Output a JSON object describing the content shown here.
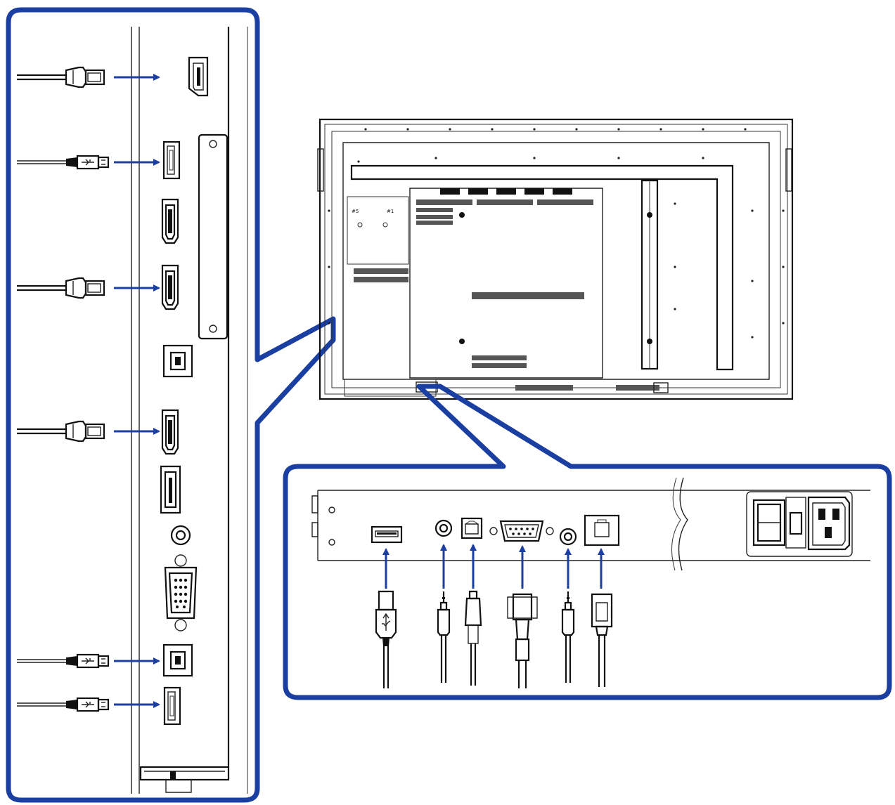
{
  "diagram": {
    "accent_color": "#1a3fa0",
    "line_color": "#111111",
    "side_panel": {
      "ports": [
        "hdmi-port",
        "usb-a-port",
        "hdmi-port",
        "hdmi-port",
        "usb-b-port",
        "hdmi-port",
        "displayport-port",
        "audio-jack-port",
        "vga-port",
        "usb-b-port",
        "usb-a-port"
      ],
      "cables": [
        "hdmi-cable",
        "usb-cable",
        "hdmi-cable",
        "hdmi-cable",
        "usb-cable",
        "usb-cable"
      ]
    },
    "bottom_panel": {
      "ports": [
        "usb-a-port",
        "audio-jack-port",
        "toslink-port",
        "rs232-port",
        "audio-jack-port",
        "rj45-port",
        "power-switch",
        "ac-inlet"
      ],
      "cables": [
        "usb-cable",
        "audio-cable",
        "optical-cable",
        "rs232-cable",
        "audio-cable",
        "lan-cable"
      ]
    },
    "rear_view": {
      "labels": [
        "#5",
        "#1"
      ]
    }
  }
}
